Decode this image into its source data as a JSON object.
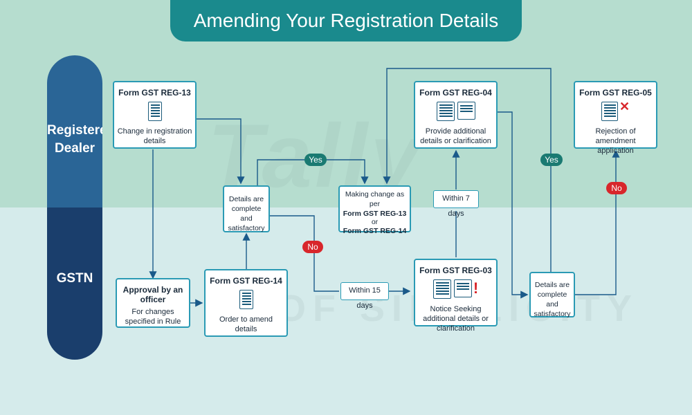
{
  "title": "Amending Your Registration Details",
  "lanes": {
    "top": "Registered Dealer",
    "bottom": "GSTN"
  },
  "colors": {
    "title_bg": "#1a8a8d",
    "box_border": "#2a9ab4",
    "yes": "#1a7a72",
    "no": "#d8262b"
  },
  "nodes": {
    "reg13": {
      "header": "Form GST REG-13",
      "text": "Change in registration details",
      "icon": "document-icon"
    },
    "approval": {
      "header": "Approval by an officer",
      "text": "For changes specified in Rule"
    },
    "reg14": {
      "header": "Form GST REG-14",
      "text": "Order to amend details",
      "icon": "document-icon"
    },
    "check1": {
      "text": "Details are complete and satisfactory"
    },
    "making": {
      "line1": "Making change as per",
      "form1": "Form GST REG-13",
      "or": "or",
      "form2": "Form GST REG-14"
    },
    "reg04": {
      "header": "Form GST REG-04",
      "text": "Provide additional details or clarification",
      "icon": "documents-icon"
    },
    "reg03": {
      "header": "Form GST REG-03",
      "text": "Notice Seeking additional details or clarification",
      "icon": "notice-icon"
    },
    "check2": {
      "text": "Details are complete and satisfactory"
    },
    "reg05": {
      "header": "Form GST REG-05",
      "text": "Rejection of amendment application",
      "icon": "rejected-document-icon"
    }
  },
  "edge_labels": {
    "yes1": "Yes",
    "no1": "No",
    "yes2": "Yes",
    "no2": "No",
    "within15": "Within 15 days",
    "within7": "Within 7 days"
  }
}
